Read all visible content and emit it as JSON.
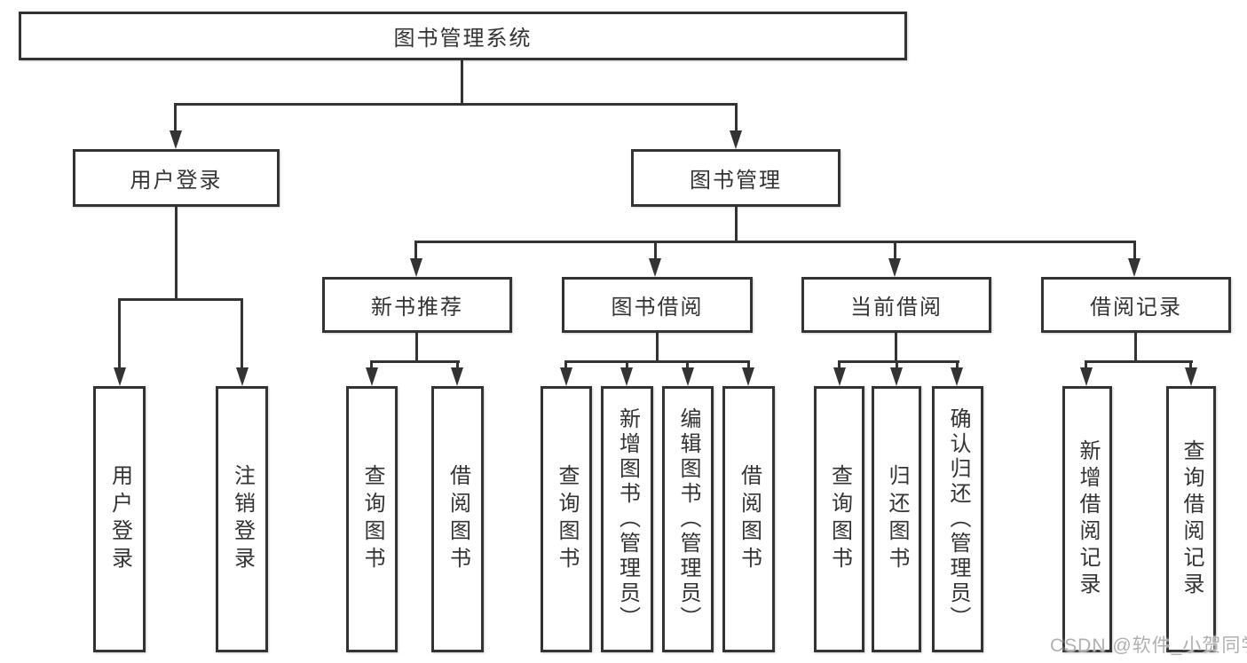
{
  "nodes": {
    "root": "图书管理系统",
    "user_login": "用户登录",
    "book_management": "图书管理",
    "new_book_recommend": "新书推荐",
    "book_borrowing": "图书借阅",
    "current_borrowing": "当前借阅",
    "borrowing_records": "借阅记录",
    "leaf_user_login": "用户登录",
    "leaf_logout": "注销登录",
    "leaf_nb_query": "查询图书",
    "leaf_nb_borrow": "借阅图书",
    "leaf_bb_query": "查询图书",
    "leaf_bb_add": "新增图书（管理员）",
    "leaf_bb_edit": "编辑图书（管理员）",
    "leaf_bb_borrow": "借阅图书",
    "leaf_cb_query": "查询图书",
    "leaf_cb_return": "归还图书",
    "leaf_cb_confirm": "确认归还（管理员）",
    "leaf_br_add": "新增借阅记录",
    "leaf_br_query": "查询借阅记录"
  },
  "hierarchy": {
    "图书管理系统": {
      "用户登录": [
        "用户登录",
        "注销登录"
      ],
      "图书管理": {
        "新书推荐": [
          "查询图书",
          "借阅图书"
        ],
        "图书借阅": [
          "查询图书",
          "新增图书（管理员）",
          "编辑图书（管理员）",
          "借阅图书"
        ],
        "当前借阅": [
          "查询图书",
          "归还图书",
          "确认归还（管理员）"
        ],
        "借阅记录": [
          "新增借阅记录",
          "查询借阅记录"
        ]
      }
    }
  },
  "watermark": "CSDN @软件_小贺同学",
  "colors": {
    "line": "#333333",
    "text": "#333333",
    "background": "#ffffff",
    "watermark": "#b0b0b0"
  }
}
